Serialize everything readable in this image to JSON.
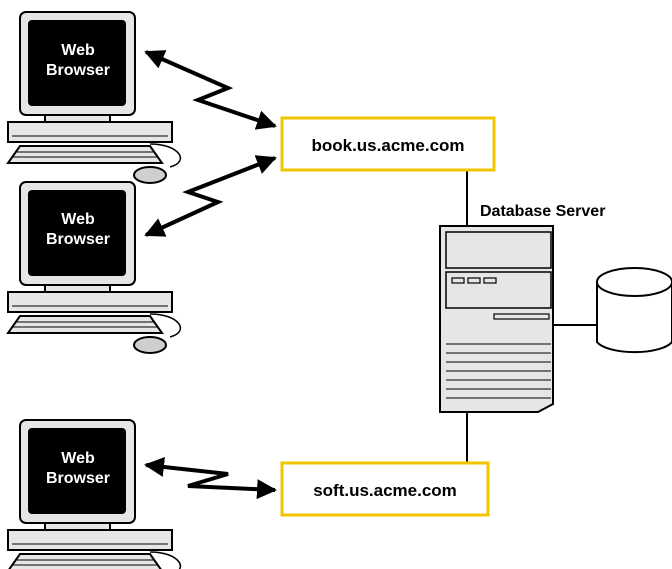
{
  "diagram": {
    "clients": [
      {
        "line1": "Web",
        "line2": "Browser"
      },
      {
        "line1": "Web",
        "line2": "Browser"
      },
      {
        "line1": "Web",
        "line2": "Browser"
      }
    ],
    "hosts": [
      {
        "label": "book.us.acme.com"
      },
      {
        "label": "soft.us.acme.com"
      }
    ],
    "server": {
      "label": "Database Server"
    },
    "colors": {
      "host_border": "#f2c400",
      "device_fill": "#e6e6e6",
      "screen_fill": "#000000",
      "line": "#000000"
    }
  }
}
